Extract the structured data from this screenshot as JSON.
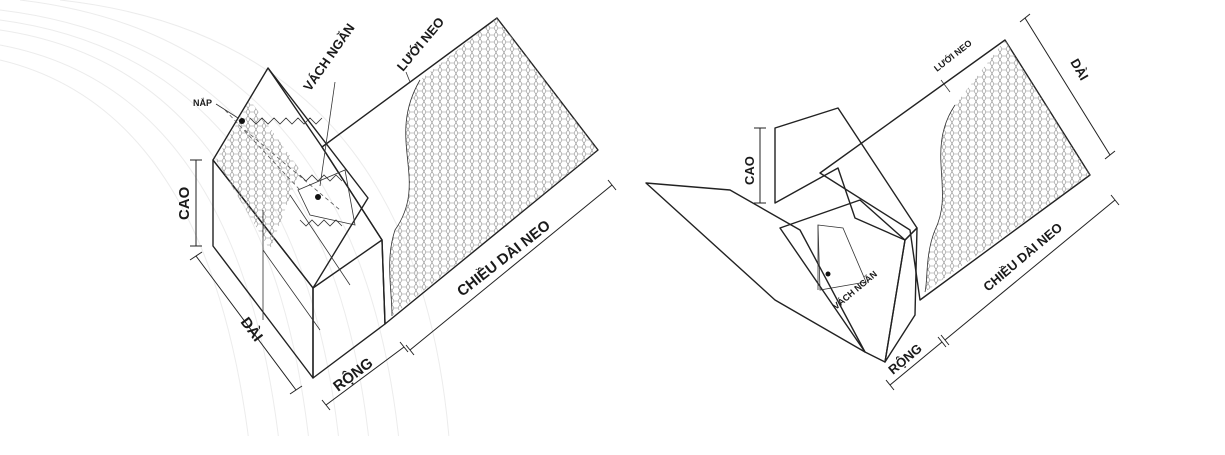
{
  "figure_left": {
    "labels": {
      "lid": "NẮP",
      "partition": "VÁCH NGĂN",
      "anchor_mesh": "LƯỚI NEO",
      "height": "CAO",
      "length": "DÀI",
      "width": "RỘNG",
      "anchor_length": "CHIỀU DÀI NEO"
    }
  },
  "figure_right": {
    "labels": {
      "anchor_mesh": "LƯỚI NEO",
      "length": "DÀI",
      "height": "CAO",
      "partition": "VÁCH NGĂN",
      "anchor_length": "CHIỀU DÀI NEO",
      "width": "RỘNG"
    }
  },
  "colors": {
    "line": "#222222",
    "mesh": "#9a9a9a",
    "background": "#ffffff"
  }
}
